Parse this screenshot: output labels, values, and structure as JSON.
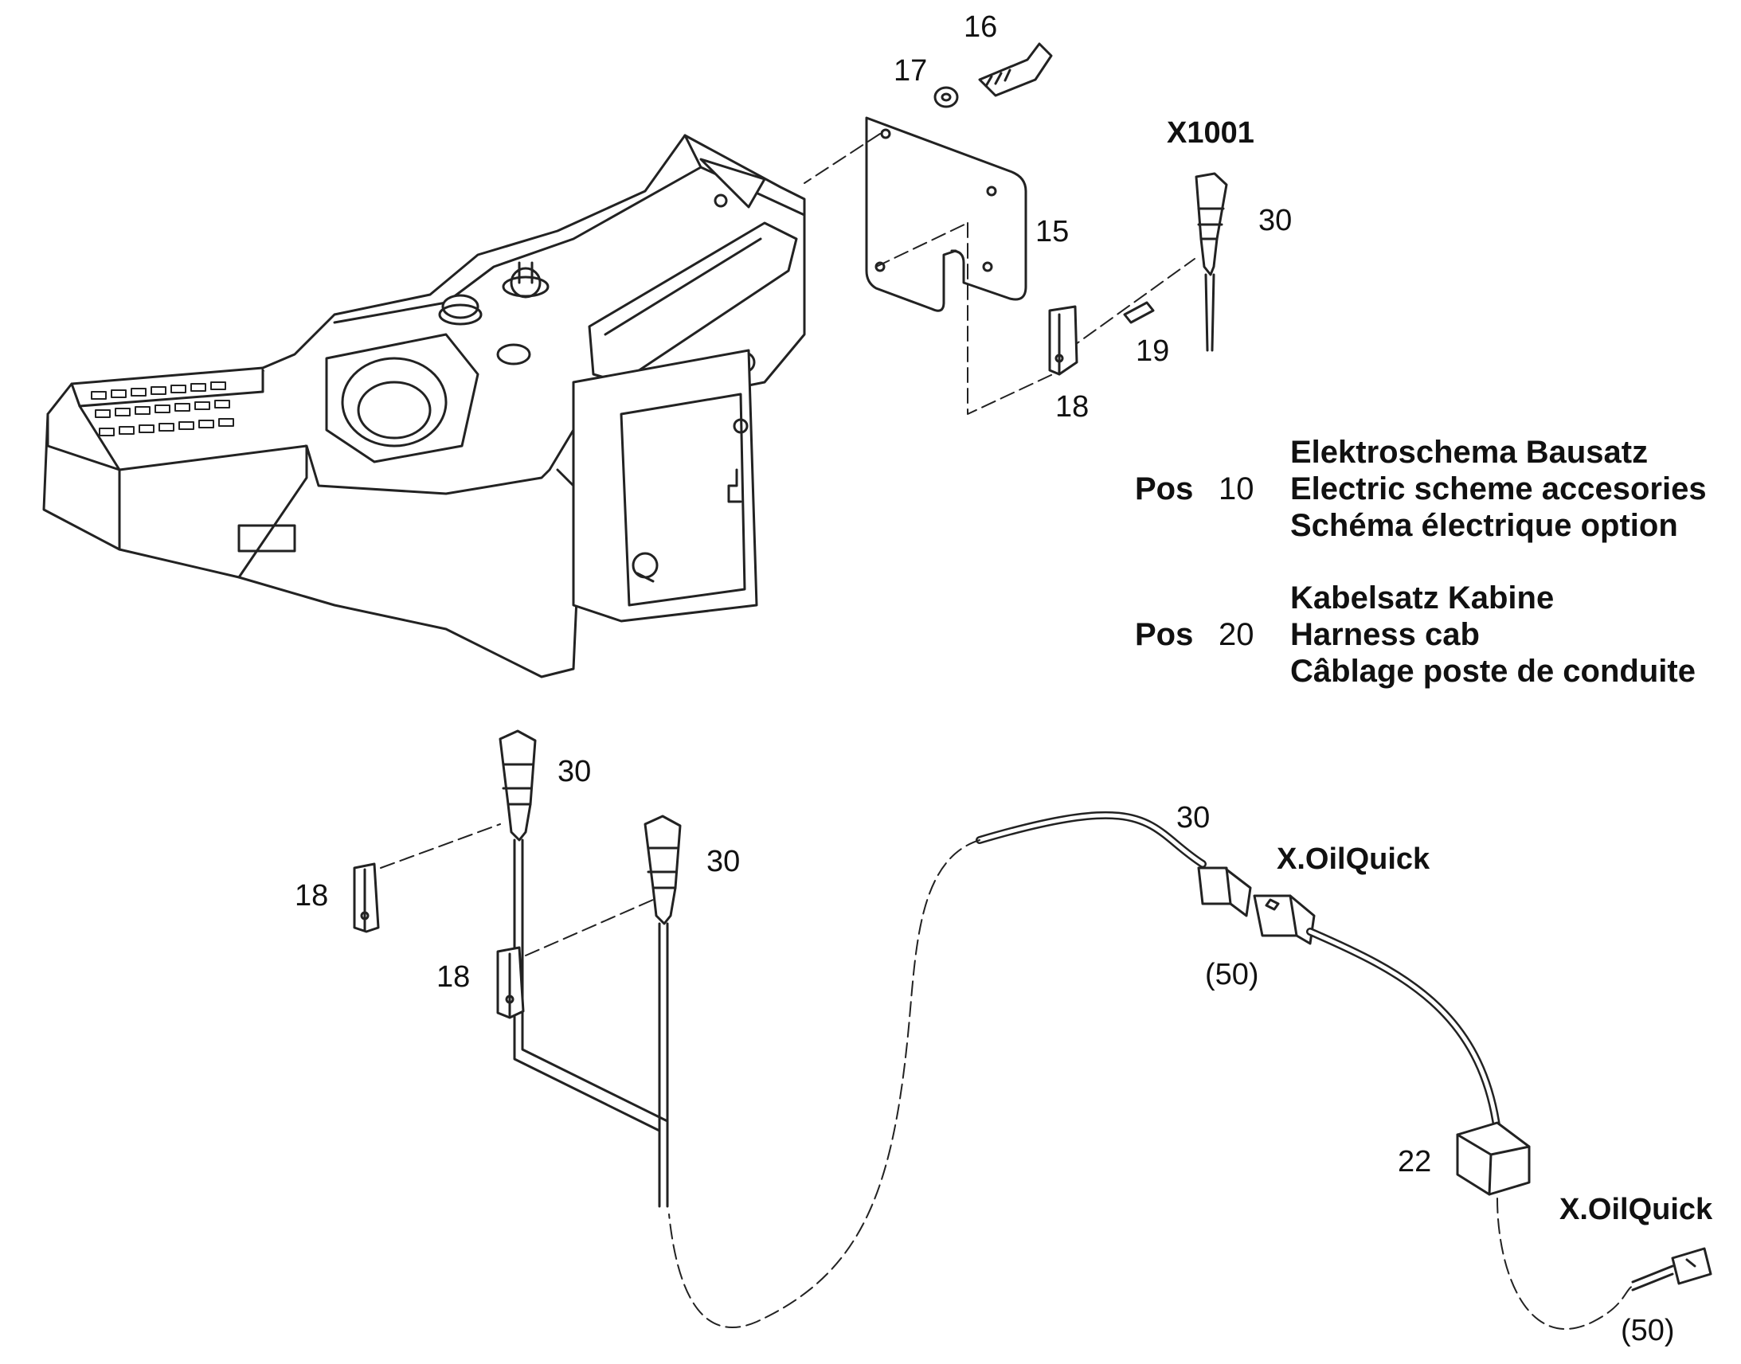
{
  "callouts": {
    "p16": "16",
    "p17": "17",
    "p15": "15",
    "p30_top": "30",
    "p19": "19",
    "p18_top": "18",
    "p30_left_a": "30",
    "p30_left_b": "30",
    "p18_left_a": "18",
    "p18_left_b": "18",
    "p30_cable": "30",
    "p50_a": "(50)",
    "p22": "22",
    "p50_b": "(50)"
  },
  "connectors": {
    "x1001": "X1001",
    "oilquick_a": "X.OilQuick",
    "oilquick_b": "X.OilQuick"
  },
  "legend": {
    "pos10": {
      "word": "Pos",
      "number": "10",
      "lines": [
        "Elektroschema Bausatz",
        "Electric scheme accesories",
        "Schéma électrique option"
      ]
    },
    "pos20": {
      "word": "Pos",
      "number": "20",
      "lines": [
        "Kabelsatz Kabine",
        "Harness cab",
        "Câblage poste de conduite"
      ]
    }
  }
}
